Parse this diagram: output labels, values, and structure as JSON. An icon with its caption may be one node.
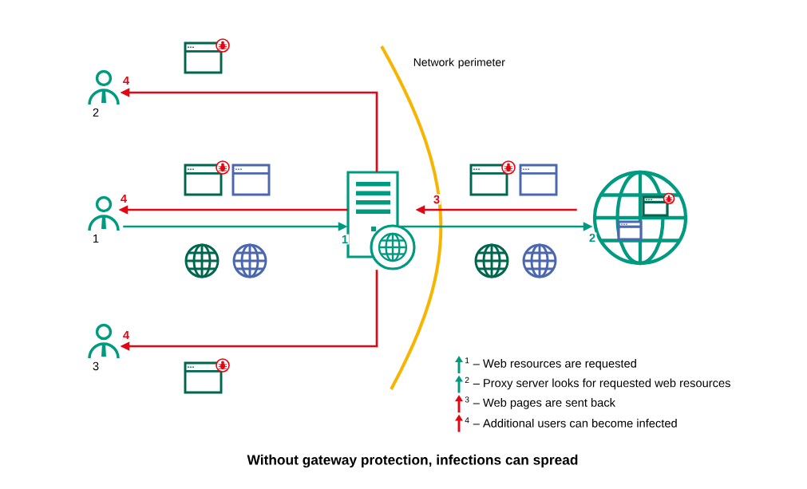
{
  "diagram": {
    "caption": "Without gateway protection, infections can spread",
    "nodes": [
      {
        "text": [],
        "shape": "person",
        "beside": [
          "2"
        ]
      },
      {
        "text": [],
        "shape": "person",
        "beside": [
          "1"
        ]
      },
      {
        "text": [],
        "shape": "person",
        "beside": [
          "3"
        ]
      },
      {
        "text": [],
        "shape": "server"
      },
      {
        "text": [],
        "shape": "globe"
      }
    ],
    "edges": [
      {
        "from": 3,
        "to": 0,
        "arrow": "to",
        "label": "4"
      },
      {
        "from": 3,
        "to": 1,
        "arrow": "to",
        "label": "4"
      },
      {
        "from": 4,
        "to": 3,
        "arrow": "to",
        "label": "3"
      },
      {
        "from": 1,
        "to": 3,
        "arrow": "to",
        "label": "1",
        "color": "#009a80"
      },
      {
        "from": 3,
        "to": 4,
        "arrow": "to",
        "label": "2",
        "color": "#009a80"
      },
      {
        "from": 3,
        "to": 2,
        "arrow": "to",
        "label": "4"
      }
    ],
    "labels": [
      "Network perimeter"
    ],
    "legend": [
      {
        "text": "$^{1}$ – Web resources are requested",
        "color": "#009a80"
      },
      {
        "text": "$^{2}$ – Proxy server looks for requested web resources",
        "color": "#009a80"
      },
      {
        "text": "$^{3}$ – Web pages are sent back",
        "color": "#e20714"
      },
      {
        "text": "$^{4}$ – Additional users can become infected",
        "color": "#e20714"
      }
    ]
  }
}
